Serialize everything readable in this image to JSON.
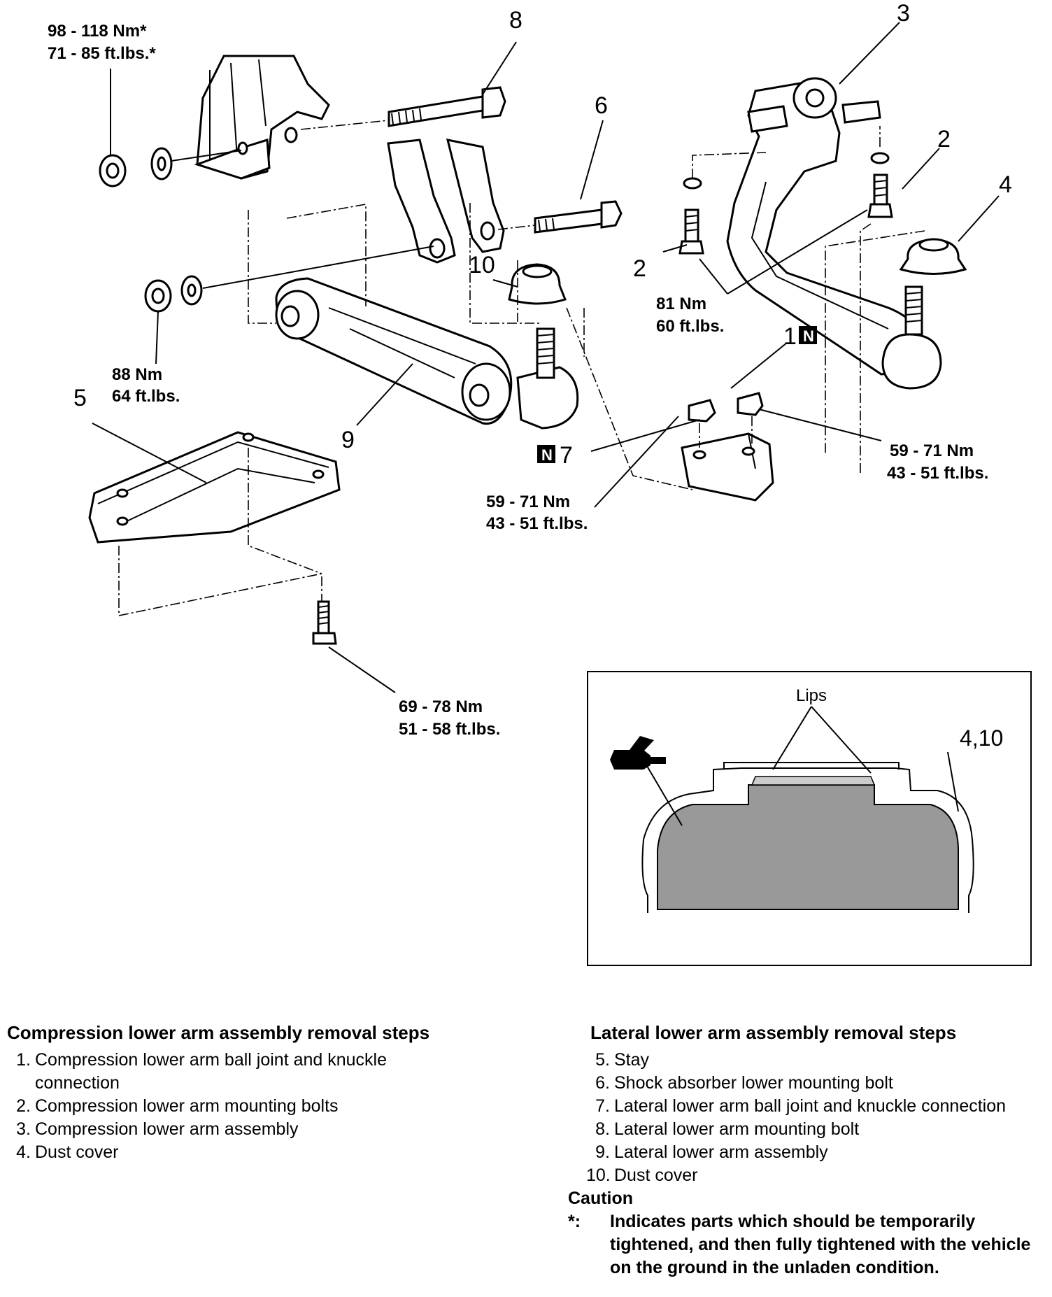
{
  "callouts": {
    "n1": "1",
    "n2a": "2",
    "n2b": "2",
    "n3": "3",
    "n4": "4",
    "n5": "5",
    "n6": "6",
    "n7": "7",
    "n8": "8",
    "n9": "9",
    "n10": "10",
    "n_badge": "N",
    "n4_10": "4,10"
  },
  "torques": {
    "t1_nm": "98 - 118 Nm*",
    "t1_ft": "71 - 85 ft.lbs.*",
    "t2_nm": "88 Nm",
    "t2_ft": "64 ft.lbs.",
    "t3_nm": "81 Nm",
    "t3_ft": "60 ft.lbs.",
    "t4_nm": "59 - 71 Nm",
    "t4_ft": "43 - 51 ft.lbs.",
    "t5_nm": "59 - 71 Nm",
    "t5_ft": "43 - 51 ft.lbs.",
    "t6_nm": "69 - 78 Nm",
    "t6_ft": "51 - 58 ft.lbs."
  },
  "inset": {
    "lips_label": "Lips",
    "part_label": "4,10"
  },
  "left_section": {
    "heading": "Compression lower arm assembly removal steps",
    "steps": [
      {
        "n": "1.",
        "text": "Compression lower arm ball joint and knuckle connection"
      },
      {
        "n": "2.",
        "text": "Compression lower arm mounting bolts"
      },
      {
        "n": "3.",
        "text": "Compression lower arm assembly"
      },
      {
        "n": "4.",
        "text": "Dust cover"
      }
    ]
  },
  "right_section": {
    "heading": "Lateral lower arm assembly removal steps",
    "steps": [
      {
        "n": "5.",
        "text": "Stay"
      },
      {
        "n": "6.",
        "text": "Shock absorber lower mounting bolt"
      },
      {
        "n": "7.",
        "text": "Lateral lower arm ball joint and knuckle connection"
      },
      {
        "n": "8.",
        "text": "Lateral lower arm mounting bolt"
      },
      {
        "n": "9.",
        "text": "Lateral lower arm assembly"
      },
      {
        "n": "10.",
        "text": "Dust cover"
      }
    ],
    "caution_title": "Caution",
    "caution_mark": "*:",
    "caution_text": "Indicates parts which should be temporarily tightened, and then fully tightened with the vehicle on the ground in the unladen condition."
  }
}
